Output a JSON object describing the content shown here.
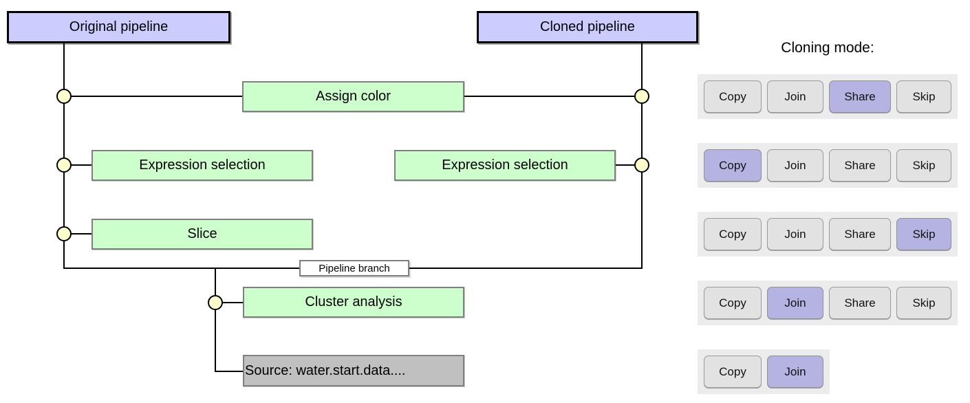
{
  "colors": {
    "header-fill": "#ccccff",
    "node-fill": "#ccffcc",
    "source-fill": "#c0c0c0",
    "port-fill": "#ffffcc",
    "strip-fill": "#ececec",
    "button-fill": "#e2e2e2",
    "selected-fill": "#b5b3e2"
  },
  "diagram": {
    "headers": [
      {
        "label": "Original pipeline"
      },
      {
        "label": "Cloned pipeline"
      }
    ],
    "nodes": {
      "assign_color": "Assign color",
      "expression_left": "Expression selection",
      "expression_right": "Expression selection",
      "slice": "Slice",
      "cluster": "Cluster analysis",
      "source": "Source: water.start.data...."
    },
    "branch_label": "Pipeline branch"
  },
  "panel": {
    "title": "Cloning mode:",
    "rows": [
      {
        "buttons": [
          {
            "label": "Copy",
            "selected": false
          },
          {
            "label": "Join",
            "selected": false
          },
          {
            "label": "Share",
            "selected": true
          },
          {
            "label": "Skip",
            "selected": false
          }
        ]
      },
      {
        "buttons": [
          {
            "label": "Copy",
            "selected": true
          },
          {
            "label": "Join",
            "selected": false
          },
          {
            "label": "Share",
            "selected": false
          },
          {
            "label": "Skip",
            "selected": false
          }
        ]
      },
      {
        "buttons": [
          {
            "label": "Copy",
            "selected": false
          },
          {
            "label": "Join",
            "selected": false
          },
          {
            "label": "Share",
            "selected": false
          },
          {
            "label": "Skip",
            "selected": true
          }
        ]
      },
      {
        "buttons": [
          {
            "label": "Copy",
            "selected": false
          },
          {
            "label": "Join",
            "selected": true
          },
          {
            "label": "Share",
            "selected": false
          },
          {
            "label": "Skip",
            "selected": false
          }
        ]
      },
      {
        "buttons": [
          {
            "label": "Copy",
            "selected": false
          },
          {
            "label": "Join",
            "selected": true
          }
        ]
      }
    ]
  }
}
